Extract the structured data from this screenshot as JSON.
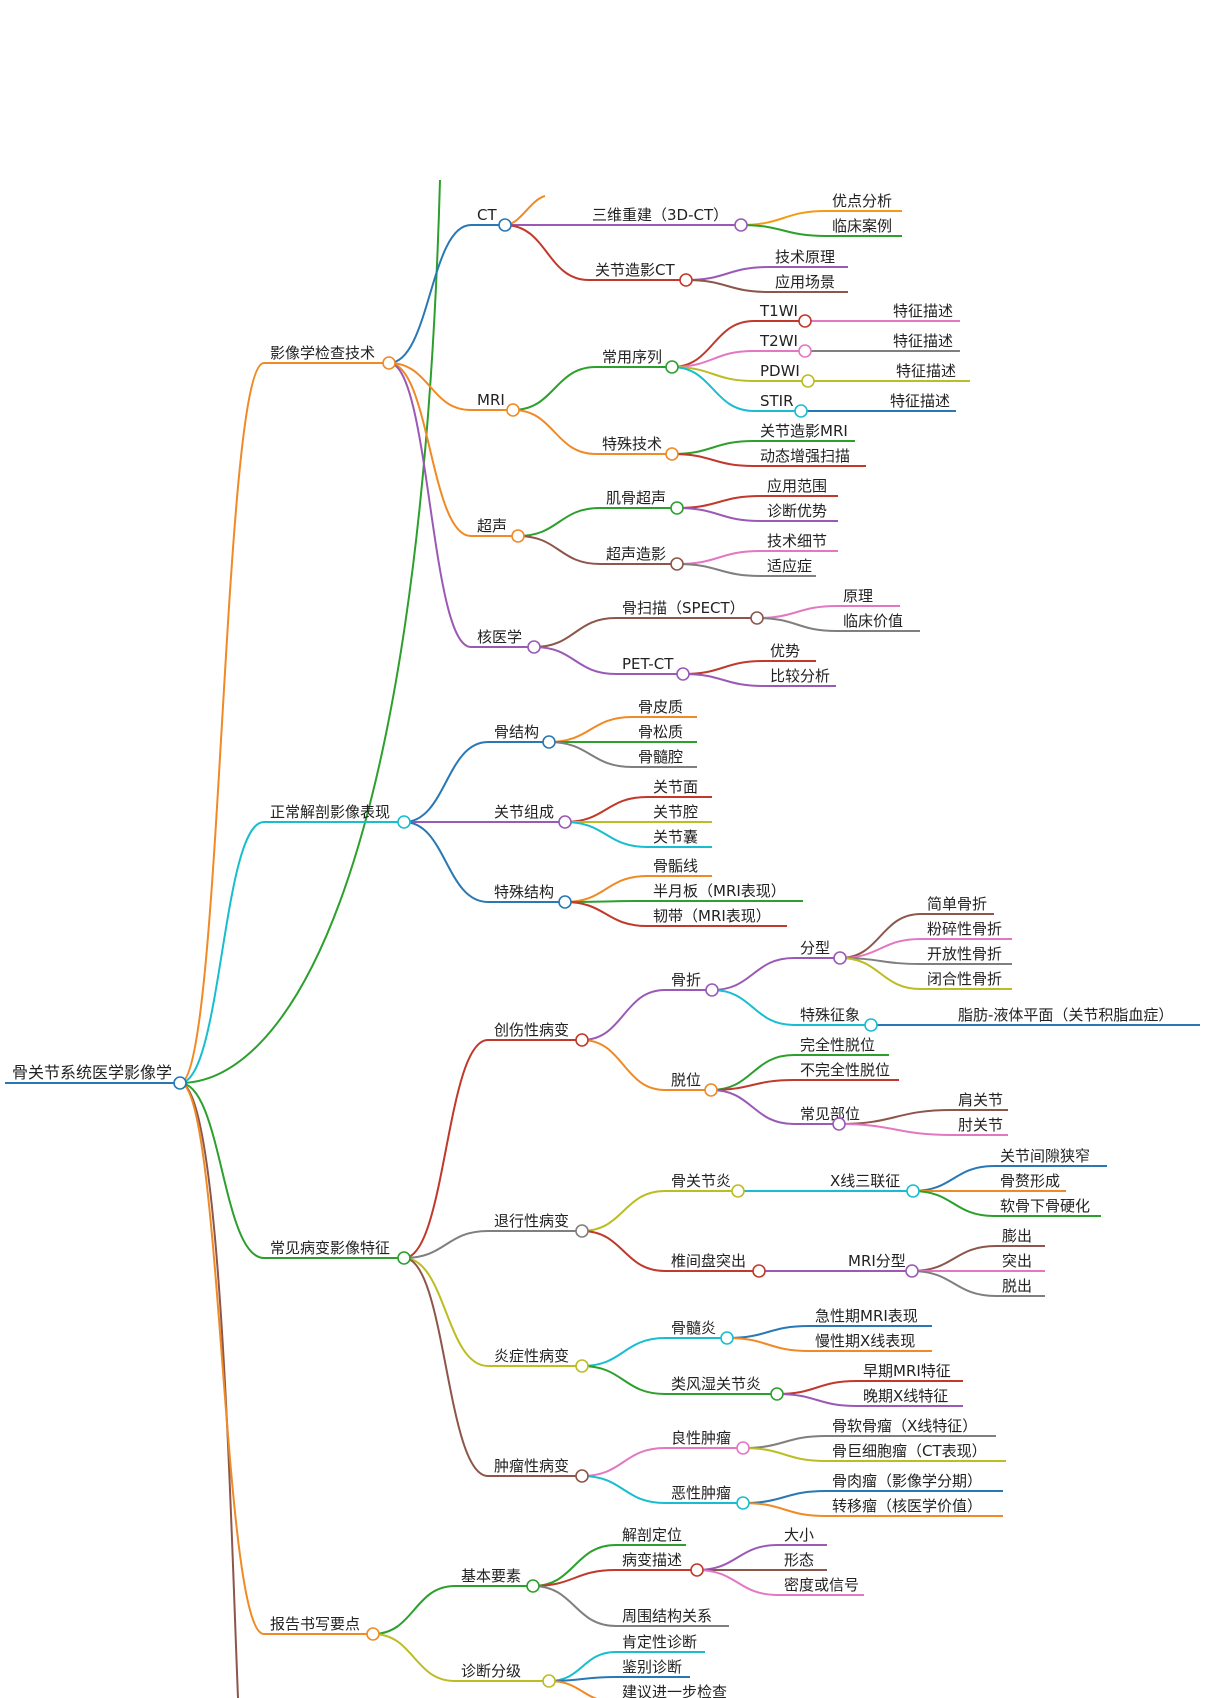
{
  "mindmap": {
    "root": "骨关节系统医学影像学",
    "branches": [
      {
        "label": "影像学检查技术",
        "color": "#ef8a25",
        "children": [
          {
            "label": "CT",
            "color": "#2878b5",
            "children": [
              {
                "label": "三维重建（3D-CT）",
                "color": "#9b59b6",
                "children": [
                  {
                    "label": "优点分析",
                    "color": "#f39c12"
                  },
                  {
                    "label": "临床案例",
                    "color": "#2ca02c"
                  }
                ]
              },
              {
                "label": "关节造影CT",
                "color": "#c0392b",
                "children": [
                  {
                    "label": "技术原理",
                    "color": "#9b59b6"
                  },
                  {
                    "label": "应用场景",
                    "color": "#8c564b"
                  }
                ]
              }
            ]
          },
          {
            "label": "MRI",
            "color": "#ef8a25",
            "children": [
              {
                "label": "常用序列",
                "color": "#2ca02c",
                "children": [
                  {
                    "label": "T1WI",
                    "color": "#c0392b",
                    "children": [
                      {
                        "label": "特征描述",
                        "color": "#e377c2"
                      }
                    ]
                  },
                  {
                    "label": "T2WI",
                    "color": "#e377c2",
                    "children": [
                      {
                        "label": "特征描述",
                        "color": "#7f7f7f"
                      }
                    ]
                  },
                  {
                    "label": "PDWI",
                    "color": "#bcbd22",
                    "children": [
                      {
                        "label": "特征描述",
                        "color": "#bcbd22"
                      }
                    ]
                  },
                  {
                    "label": "STIR",
                    "color": "#17becf",
                    "children": [
                      {
                        "label": "特征描述",
                        "color": "#2878b5"
                      }
                    ]
                  }
                ]
              },
              {
                "label": "特殊技术",
                "color": "#ef8a25",
                "children": [
                  {
                    "label": "关节造影MRI",
                    "color": "#2ca02c"
                  },
                  {
                    "label": "动态增强扫描",
                    "color": "#c0392b"
                  }
                ]
              }
            ]
          },
          {
            "label": "超声",
            "color": "#ef8a25",
            "children": [
              {
                "label": "肌骨超声",
                "color": "#2ca02c",
                "children": [
                  {
                    "label": "应用范围",
                    "color": "#c0392b"
                  },
                  {
                    "label": "诊断优势",
                    "color": "#9b59b6"
                  }
                ]
              },
              {
                "label": "超声造影",
                "color": "#8c564b",
                "children": [
                  {
                    "label": "技术细节",
                    "color": "#e377c2"
                  },
                  {
                    "label": "适应症",
                    "color": "#7f7f7f"
                  }
                ]
              }
            ]
          },
          {
            "label": "核医学",
            "color": "#9b59b6",
            "children": [
              {
                "label": "骨扫描（SPECT）",
                "color": "#8c564b",
                "children": [
                  {
                    "label": "原理",
                    "color": "#e377c2"
                  },
                  {
                    "label": "临床价值",
                    "color": "#7f7f7f"
                  }
                ]
              },
              {
                "label": "PET-CT",
                "color": "#9b59b6",
                "children": [
                  {
                    "label": "优势",
                    "color": "#c0392b"
                  },
                  {
                    "label": "比较分析",
                    "color": "#9b59b6"
                  }
                ]
              }
            ]
          }
        ]
      },
      {
        "label": "正常解剖影像表现",
        "color": "#17becf",
        "children": [
          {
            "label": "骨结构",
            "color": "#2878b5",
            "children": [
              {
                "label": "骨皮质",
                "color": "#ef8a25"
              },
              {
                "label": "骨松质",
                "color": "#2ca02c"
              },
              {
                "label": "骨髓腔",
                "color": "#7f7f7f"
              }
            ]
          },
          {
            "label": "关节组成",
            "color": "#9b59b6",
            "children": [
              {
                "label": "关节面",
                "color": "#c0392b"
              },
              {
                "label": "关节腔",
                "color": "#bcbd22"
              },
              {
                "label": "关节囊",
                "color": "#17becf"
              }
            ]
          },
          {
            "label": "特殊结构",
            "color": "#2878b5",
            "children": [
              {
                "label": "骨骺线",
                "color": "#ef8a25"
              },
              {
                "label": "半月板（MRI表现）",
                "color": "#2ca02c"
              },
              {
                "label": "韧带（MRI表现）",
                "color": "#c0392b"
              }
            ]
          }
        ]
      },
      {
        "label": "常见病变影像特征",
        "color": "#2ca02c",
        "children": [
          {
            "label": "创伤性病变",
            "color": "#c0392b",
            "children": [
              {
                "label": "骨折",
                "color": "#9b59b6",
                "children": [
                  {
                    "label": "分型",
                    "color": "#9b59b6",
                    "children": [
                      {
                        "label": "简单骨折",
                        "color": "#8c564b"
                      },
                      {
                        "label": "粉碎性骨折",
                        "color": "#e377c2"
                      },
                      {
                        "label": "开放性骨折",
                        "color": "#7f7f7f"
                      },
                      {
                        "label": "闭合性骨折",
                        "color": "#bcbd22"
                      }
                    ]
                  },
                  {
                    "label": "特殊征象",
                    "color": "#17becf",
                    "children": [
                      {
                        "label": "脂肪-液体平面（关节积脂血症）",
                        "color": "#2878b5"
                      }
                    ]
                  }
                ]
              },
              {
                "label": "脱位",
                "color": "#ef8a25",
                "children": [
                  {
                    "label": "完全性脱位",
                    "color": "#2ca02c"
                  },
                  {
                    "label": "不完全性脱位",
                    "color": "#c0392b"
                  },
                  {
                    "label": "常见部位",
                    "color": "#9b59b6",
                    "children": [
                      {
                        "label": "肩关节",
                        "color": "#8c564b"
                      },
                      {
                        "label": "肘关节",
                        "color": "#e377c2"
                      }
                    ]
                  }
                ]
              }
            ]
          },
          {
            "label": "退行性病变",
            "color": "#7f7f7f",
            "children": [
              {
                "label": "骨关节炎",
                "color": "#bcbd22",
                "children": [
                  {
                    "label": "X线三联征",
                    "color": "#17becf",
                    "children": [
                      {
                        "label": "关节间隙狭窄",
                        "color": "#2878b5"
                      },
                      {
                        "label": "骨赘形成",
                        "color": "#ef8a25"
                      },
                      {
                        "label": "软骨下骨硬化",
                        "color": "#2ca02c"
                      }
                    ]
                  }
                ]
              },
              {
                "label": "椎间盘突出",
                "color": "#c0392b",
                "children": [
                  {
                    "label": "MRI分型",
                    "color": "#9b59b6",
                    "children": [
                      {
                        "label": "膨出",
                        "color": "#8c564b"
                      },
                      {
                        "label": "突出",
                        "color": "#e377c2"
                      },
                      {
                        "label": "脱出",
                        "color": "#7f7f7f"
                      }
                    ]
                  }
                ]
              }
            ]
          },
          {
            "label": "炎症性病变",
            "color": "#bcbd22",
            "children": [
              {
                "label": "骨髓炎",
                "color": "#17becf",
                "children": [
                  {
                    "label": "急性期MRI表现",
                    "color": "#2878b5"
                  },
                  {
                    "label": "慢性期X线表现",
                    "color": "#ef8a25"
                  }
                ]
              },
              {
                "label": "类风湿关节炎",
                "color": "#2ca02c",
                "children": [
                  {
                    "label": "早期MRI特征",
                    "color": "#c0392b"
                  },
                  {
                    "label": "晚期X线特征",
                    "color": "#9b59b6"
                  }
                ]
              }
            ]
          },
          {
            "label": "肿瘤性病变",
            "color": "#8c564b",
            "children": [
              {
                "label": "良性肿瘤",
                "color": "#e377c2",
                "children": [
                  {
                    "label": "骨软骨瘤（X线特征）",
                    "color": "#7f7f7f"
                  },
                  {
                    "label": "骨巨细胞瘤（CT表现）",
                    "color": "#bcbd22"
                  }
                ]
              },
              {
                "label": "恶性肿瘤",
                "color": "#17becf",
                "children": [
                  {
                    "label": "骨肉瘤（影像学分期）",
                    "color": "#2878b5"
                  },
                  {
                    "label": "转移瘤（核医学价值）",
                    "color": "#ef8a25"
                  }
                ]
              }
            ]
          }
        ]
      },
      {
        "label": "报告书写要点",
        "color": "#ef8a25",
        "children": [
          {
            "label": "基本要素",
            "color": "#2ca02c",
            "children": [
              {
                "label": "解剖定位",
                "color": "#2ca02c"
              },
              {
                "label": "病变描述",
                "color": "#c0392b",
                "children": [
                  {
                    "label": "大小",
                    "color": "#9b59b6"
                  },
                  {
                    "label": "形态",
                    "color": "#8c564b"
                  },
                  {
                    "label": "密度或信号",
                    "color": "#e377c2"
                  }
                ]
              },
              {
                "label": "周围结构关系",
                "color": "#7f7f7f"
              }
            ]
          },
          {
            "label": "诊断分级",
            "color": "#bcbd22",
            "children": [
              {
                "label": "肯定性诊断",
                "color": "#17becf"
              },
              {
                "label": "鉴别诊断",
                "color": "#2878b5"
              },
              {
                "label": "建议进一步检查",
                "color": "#ef8a25"
              }
            ]
          }
        ]
      }
    ]
  }
}
